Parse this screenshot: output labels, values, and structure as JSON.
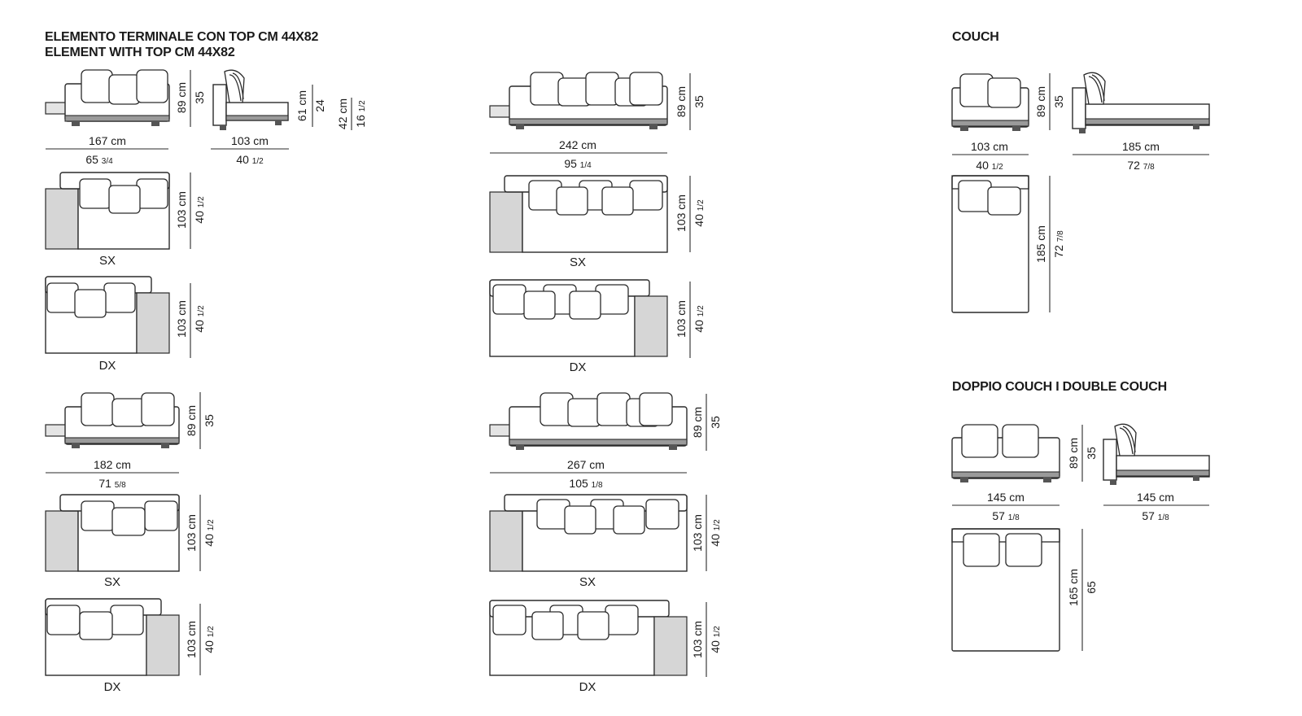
{
  "titles": {
    "terminal_it": "ELEMENTO TERMINALE CON TOP CM 44X82",
    "terminal_en": "ELEMENT WITH TOP CM 44X82",
    "couch": "COUCH",
    "double_couch": "DOPPIO COUCH  I  DOUBLE COUCH"
  },
  "sides": {
    "left": "SX",
    "right": "DX"
  },
  "col1_top": {
    "front_height_cm": "89 cm",
    "front_height_in": "35",
    "width_cm": "167 cm",
    "width_in": "65",
    "width_in_frac": "3/4",
    "side_height_cm": "61 cm",
    "side_height_in": "24",
    "side_seat_cm": "42 cm",
    "side_seat_in": "16",
    "side_seat_in_frac": "1/2",
    "depth_cm": "103 cm",
    "depth_in": "40",
    "depth_in_frac": "1/2",
    "plan_depth_cm": "103 cm",
    "plan_depth_in": "40",
    "plan_depth_in_frac": "1/2"
  },
  "col1_bottom": {
    "front_height_cm": "89 cm",
    "front_height_in": "35",
    "width_cm": "182 cm",
    "width_in": "71",
    "width_in_frac": "5/8",
    "plan_depth_cm": "103 cm",
    "plan_depth_in": "40",
    "plan_depth_in_frac": "1/2"
  },
  "col2_top": {
    "front_height_cm": "89 cm",
    "front_height_in": "35",
    "width_cm": "242 cm",
    "width_in": "95",
    "width_in_frac": "1/4",
    "plan_depth_cm": "103 cm",
    "plan_depth_in": "40",
    "plan_depth_in_frac": "1/2"
  },
  "col2_bottom": {
    "front_height_cm": "89 cm",
    "front_height_in": "35",
    "width_cm": "267 cm",
    "width_in": "105",
    "width_in_frac": "1/8",
    "plan_depth_cm": "103 cm",
    "plan_depth_in": "40",
    "plan_depth_in_frac": "1/2"
  },
  "couch": {
    "front_height_cm": "89 cm",
    "front_height_in": "35",
    "width_cm": "103 cm",
    "width_in": "40",
    "width_in_frac": "1/2",
    "side_length_cm": "185 cm",
    "side_length_in": "72",
    "side_length_in_frac": "7/8",
    "plan_length_cm": "185 cm",
    "plan_length_in": "72",
    "plan_length_in_frac": "7/8"
  },
  "double_couch": {
    "front_height_cm": "89 cm",
    "front_height_in": "35",
    "width_cm": "145 cm",
    "width_in": "57",
    "width_in_frac": "1/8",
    "side_length_cm": "145 cm",
    "side_length_in": "57",
    "side_length_in_frac": "1/8",
    "plan_length_cm": "165 cm",
    "plan_length_in": "65"
  }
}
